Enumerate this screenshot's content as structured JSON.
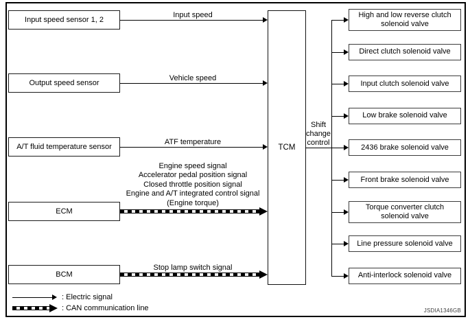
{
  "diagram": {
    "title_code": "JSDIA1346GB",
    "controller": {
      "label": "TCM"
    },
    "output_group_label": "Shift\nchange\ncontrol",
    "inputs": [
      {
        "box": "Input speed sensor 1, 2",
        "signal": "Input speed",
        "line_type": "electric"
      },
      {
        "box": "Output speed sensor",
        "signal": "Vehicle speed",
        "line_type": "electric"
      },
      {
        "box": "A/T fluid temperature sensor",
        "signal": "ATF temperature",
        "line_type": "electric"
      },
      {
        "box": "ECM",
        "signal": "Engine speed signal\nAccelerator pedal position signal\nClosed throttle position signal\nEngine and A/T integrated control signal\n(Engine torque)",
        "line_type": "can"
      },
      {
        "box": "BCM",
        "signal": "Stop lamp switch signal",
        "line_type": "can"
      }
    ],
    "outputs": [
      "High and low reverse clutch solenoid valve",
      "Direct clutch solenoid valve",
      "Input clutch solenoid valve",
      "Low brake solenoid valve",
      "2436 brake solenoid valve",
      "Front brake solenoid valve",
      "Torque converter clutch solenoid valve",
      "Line pressure solenoid valve",
      "Anti-interlock solenoid valve"
    ],
    "legend": [
      {
        "symbol": "electric-arrow",
        "label": ": Electric signal"
      },
      {
        "symbol": "can-arrow",
        "label": ": CAN communication line"
      }
    ],
    "colors": {
      "line": "#000000",
      "background": "#ffffff"
    }
  }
}
